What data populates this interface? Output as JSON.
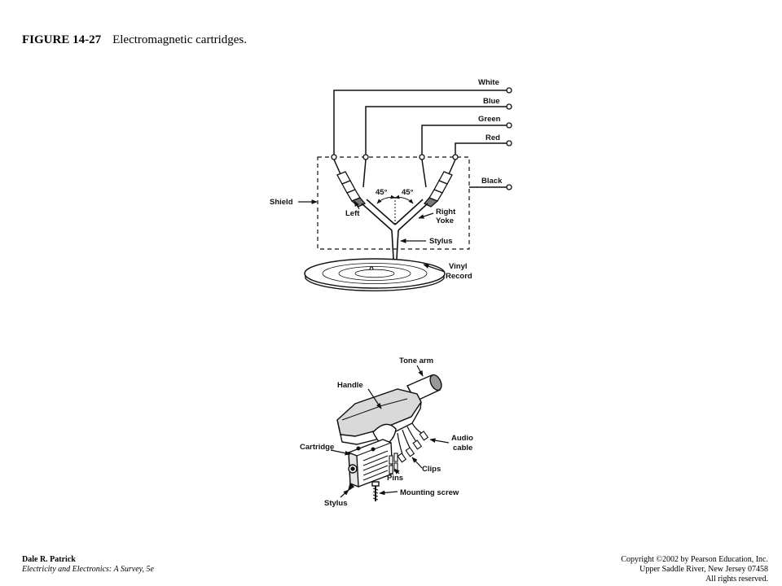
{
  "header": {
    "figure_number": "FIGURE 14-27",
    "caption": "Electromagnetic cartridges."
  },
  "diagram_top": {
    "wire_labels": [
      "White",
      "Blue",
      "Green",
      "Red",
      "Black"
    ],
    "shield_label": "Shield",
    "left_label": "Left",
    "right_label_line1": "Right",
    "right_label_line2": "Yoke",
    "angle_left": "45°",
    "angle_right": "45°",
    "stylus_label": "Stylus",
    "record_label_line1": "Vinyl",
    "record_label_line2": "Record"
  },
  "diagram_bottom": {
    "tone_arm": "Tone arm",
    "handle": "Handle",
    "audio_line1": "Audio",
    "audio_line2": "cable",
    "cartridge": "Cartridge",
    "pins": "Pins",
    "clips": "Clips",
    "stylus": "Stylus",
    "mounting_screw": "Mounting screw"
  },
  "footer": {
    "author": "Dale R. Patrick",
    "book": "Electricity and Electronics: A Survey, 5e",
    "copyright_line1": "Copyright ©2002 by Pearson Education, Inc.",
    "copyright_line2": "Upper Saddle River, New Jersey 07458",
    "copyright_line3": "All rights reserved."
  }
}
